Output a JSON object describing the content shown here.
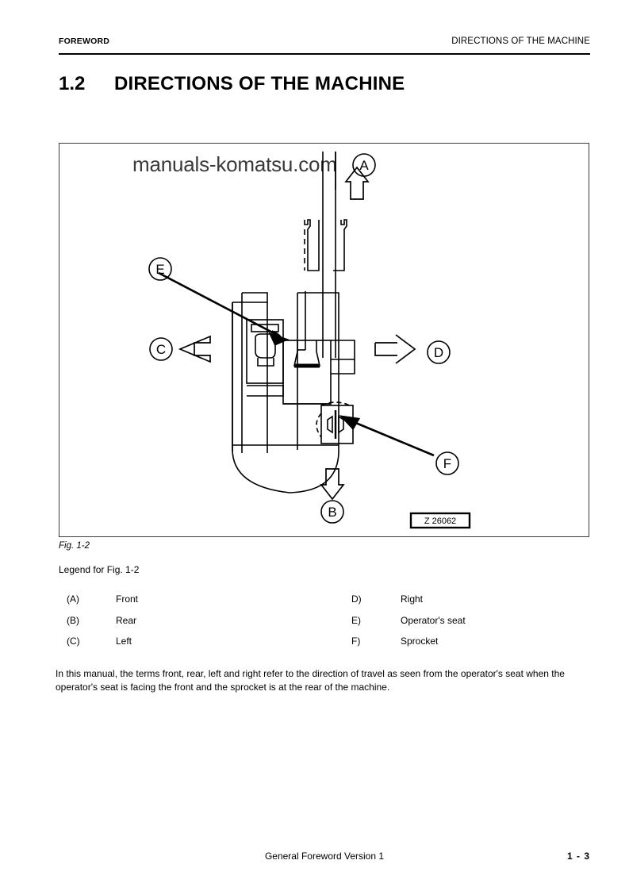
{
  "header": {
    "left": "FOREWORD",
    "right": "DIRECTIONS OF THE MACHINE"
  },
  "title": {
    "number": "1.2",
    "text": "DIRECTIONS OF THE MACHINE"
  },
  "figure": {
    "watermark": "manuals-komatsu.com",
    "reference_code": "Z 26062",
    "caption": "Fig. 1-2",
    "callouts": {
      "a": "A",
      "b": "B",
      "c": "C",
      "d": "D",
      "e": "E",
      "f": "F"
    }
  },
  "legend": {
    "title": "Legend for Fig. 1-2",
    "left_column": [
      {
        "key": "(A)",
        "value": "Front"
      },
      {
        "key": "(B)",
        "value": "Rear"
      },
      {
        "key": "(C)",
        "value": "Left"
      }
    ],
    "right_column": [
      {
        "key": "D)",
        "value": "Right"
      },
      {
        "key": "E)",
        "value": "Operator's seat"
      },
      {
        "key": "F)",
        "value": "Sprocket"
      }
    ]
  },
  "body": {
    "paragraph": "In this manual, the terms front, rear, left and right refer to the direction of travel as seen from the operator's seat when the operator's seat is facing the front and the sprocket is at the rear of the machine."
  },
  "footer": {
    "center": "General Foreword Version 1",
    "page": "1 - 3"
  },
  "colors": {
    "ink": "#000000",
    "frame": "#3b3d3f",
    "watermark": "#3a3a3a"
  }
}
